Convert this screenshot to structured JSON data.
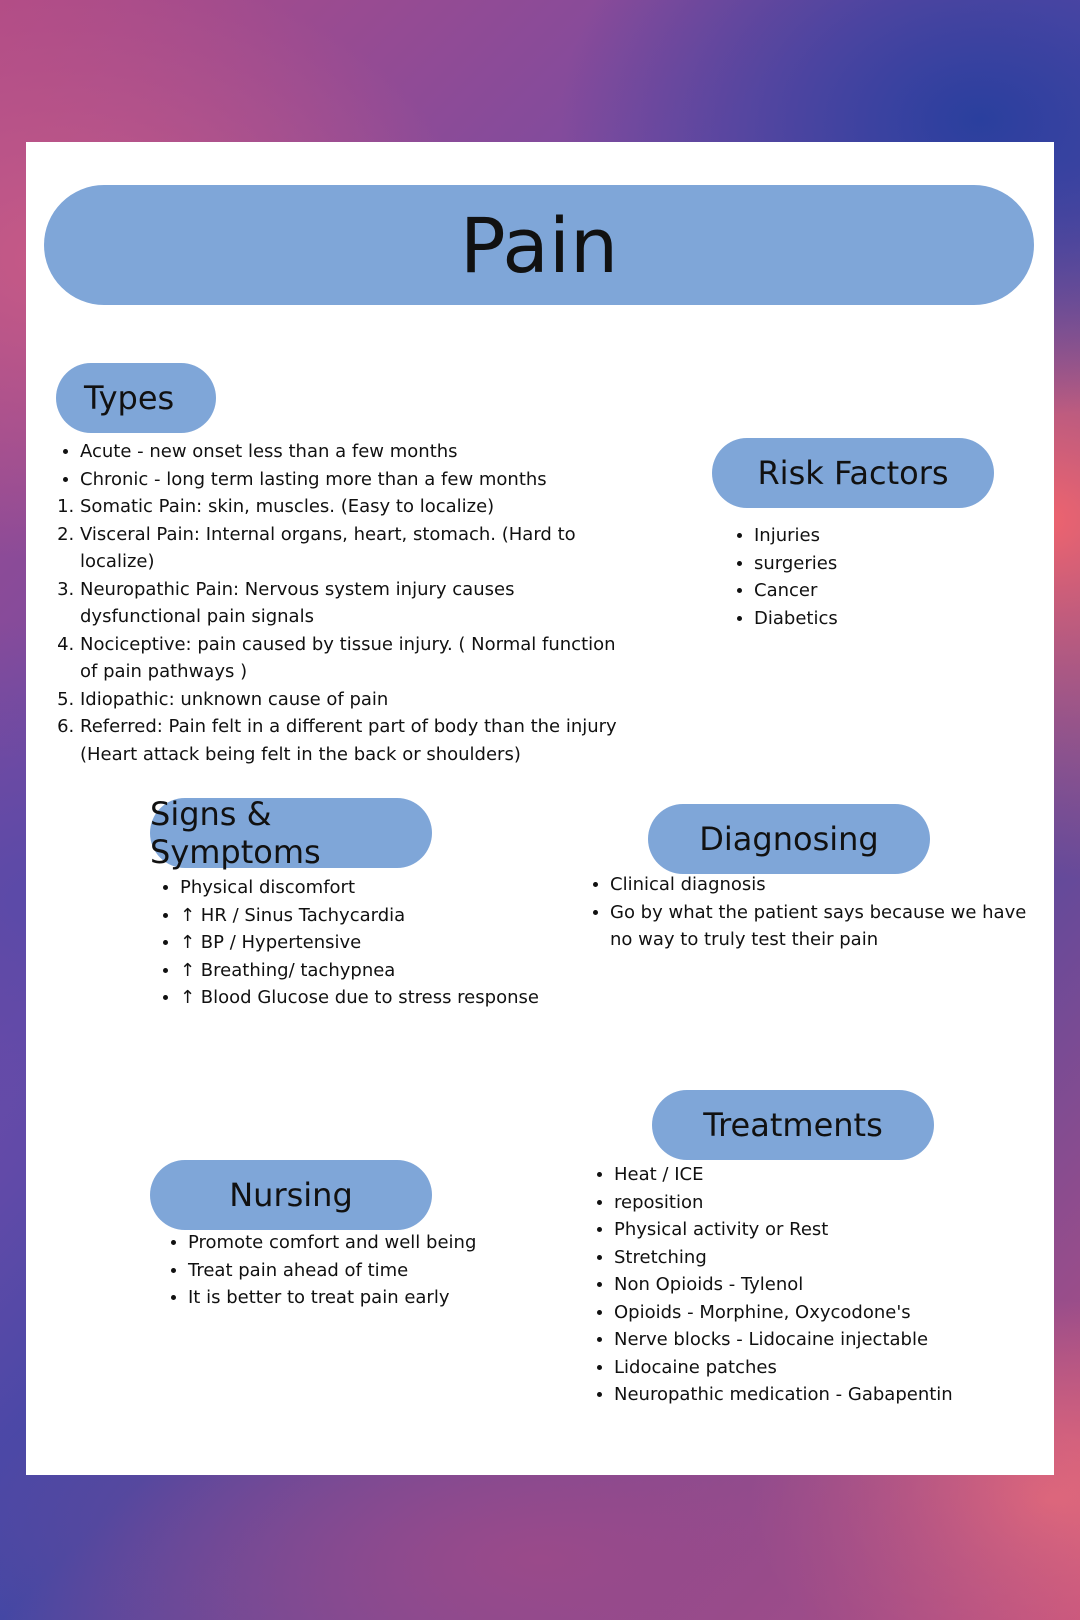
{
  "title": "Pain",
  "types": {
    "heading": "Types",
    "bullets": [
      "Acute - new onset less than a few months",
      "Chronic - long term lasting more than a few months"
    ],
    "numbered": [
      "Somatic Pain: skin, muscles. (Easy to localize)",
      "Visceral Pain: Internal organs, heart, stomach. (Hard to localize)",
      "Neuropathic Pain: Nervous system injury causes dysfunctional pain signals",
      "Nociceptive:  pain caused by tissue injury. ( Normal function of pain pathways )",
      "Idiopathic: unknown cause of pain",
      "Referred: Pain felt in a different part of body than the injury (Heart attack being felt in the back or shoulders)"
    ]
  },
  "risk_factors": {
    "heading": "Risk Factors",
    "items": [
      "Injuries",
      "surgeries",
      "Cancer",
      "Diabetics"
    ]
  },
  "signs": {
    "heading": "Signs & Symptoms",
    "items": [
      "Physical discomfort",
      "↑ HR  / Sinus Tachycardia",
      "↑  BP / Hypertensive",
      "↑ Breathing/  tachypnea",
      "↑  Blood Glucose due to stress response"
    ]
  },
  "diagnosing": {
    "heading": "Diagnosing",
    "items": [
      "Clinical diagnosis",
      "Go by what the patient says because we have no way to truly test their pain"
    ]
  },
  "treatments": {
    "heading": "Treatments",
    "items": [
      "Heat / ICE",
      "reposition",
      "Physical activity  or Rest",
      "Stretching",
      "Non Opioids - Tylenol",
      "Opioids - Morphine, Oxycodone's",
      "Nerve blocks - Lidocaine injectable",
      "Lidocaine patches",
      "Neuropathic medication - Gabapentin"
    ]
  },
  "nursing": {
    "heading": "Nursing",
    "items": [
      "Promote comfort and well being",
      "Treat pain ahead of time",
      "It is better to treat pain early"
    ]
  },
  "colors": {
    "pill": "#7fa6d8",
    "card": "#ffffff"
  }
}
